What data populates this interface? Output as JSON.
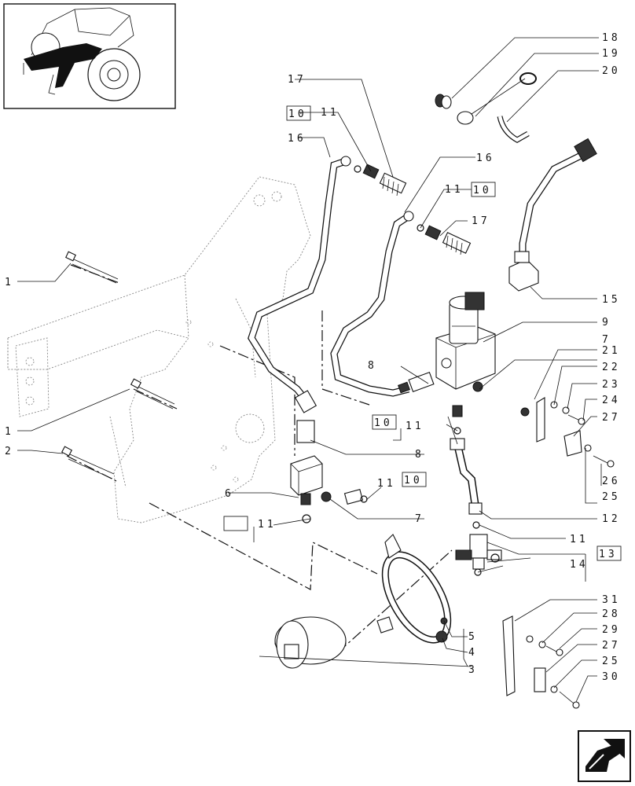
{
  "diagram": {
    "callouts": [
      "1",
      "1",
      "2",
      "3",
      "4",
      "5",
      "6",
      "7",
      "7",
      "8",
      "8",
      "9",
      "10",
      "10",
      "10",
      "10",
      "11",
      "11",
      "11",
      "11",
      "11",
      "11",
      "12",
      "13",
      "14",
      "15",
      "16",
      "16",
      "17",
      "17",
      "18",
      "19",
      "20",
      "21",
      "22",
      "23",
      "24",
      "25",
      "25",
      "26",
      "27",
      "27",
      "28",
      "29",
      "30",
      "31"
    ]
  },
  "icons": {
    "thumbnail": "tractor-thumbnail",
    "nav": "page-turn-arrow-icon"
  }
}
